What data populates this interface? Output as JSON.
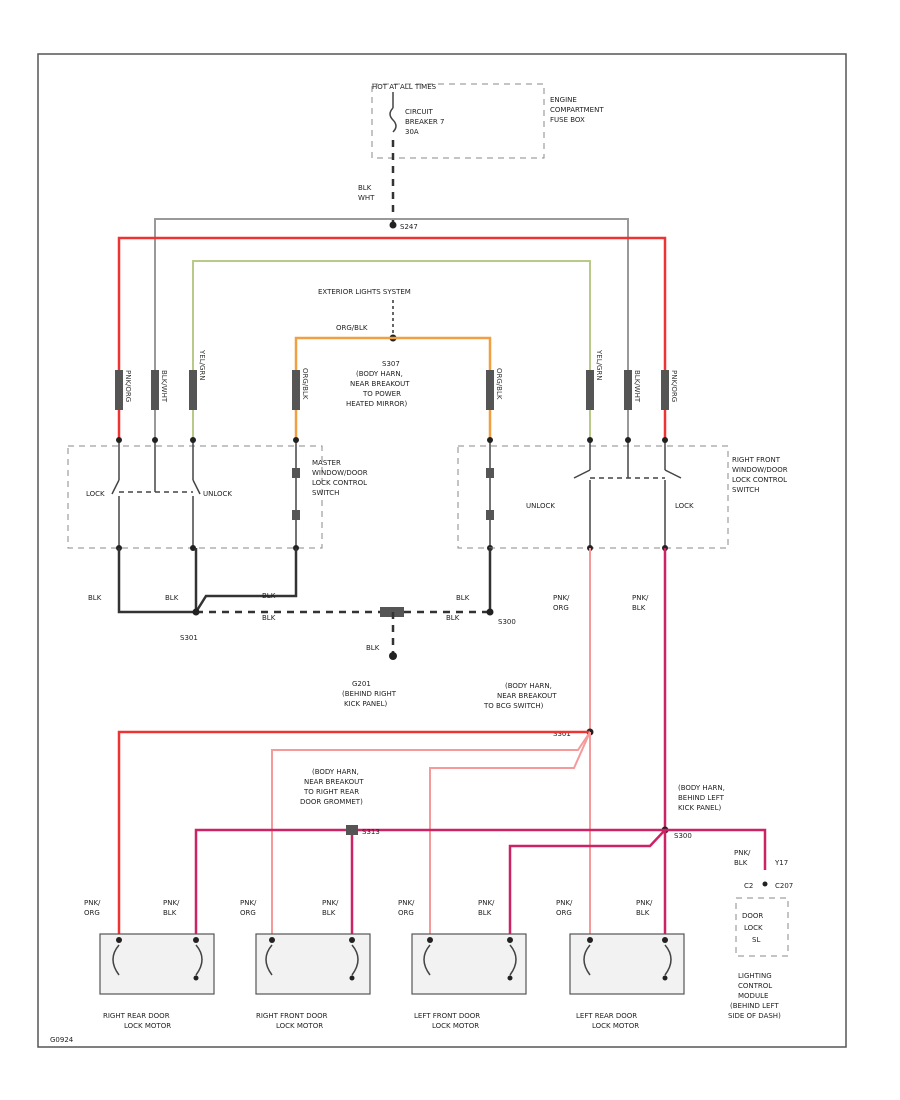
{
  "fuse": {
    "hot_label": "HOT AT ALL TIMES",
    "breaker_line1": "CIRCUIT",
    "breaker_line2": "BREAKER 7",
    "breaker_line3": "30A",
    "box_line1": "ENGINE",
    "box_line2": "COMPARTMENT",
    "box_line3": "FUSE BOX"
  },
  "wires": {
    "blk_wht_top": "BLK",
    "blk_wht_bottom": "WHT",
    "splice_top": "S247",
    "exterior_lights": "EXTERIOR LIGHTS SYSTEM",
    "org_blk": "ORG/BLK",
    "grn_red_l": "PNK/ORG",
    "blk_wht_l": "BLK/WHT",
    "yel_grn_l": "YEL/GRN",
    "org_blk_l": "ORG/BLK",
    "org_blk_r": "ORG/BLK",
    "yel_grn_r": "YEL/GRN",
    "blk_wht_r": "BLK/WHT",
    "grn_red_r": "PNK/ORG"
  },
  "s307": {
    "line1": "S307",
    "line2": "(BODY HARN,",
    "line3": "NEAR BREAKOUT",
    "line4": "TO POWER",
    "line5": "HEATED MIRROR)"
  },
  "master_switch": {
    "lock_left": "LOCK",
    "unlock": "UNLOCK",
    "line1": "MASTER",
    "line2": "WINDOW/DOOR",
    "line3": "LOCK CONTROL",
    "line4": "SWITCH"
  },
  "right_switch": {
    "unlock": "UNLOCK",
    "lock": "LOCK",
    "line1": "RIGHT FRONT",
    "line2": "WINDOW/DOOR",
    "line3": "LOCK CONTROL",
    "line4": "SWITCH"
  },
  "ground": {
    "blk1": "BLK",
    "blk2": "BLK",
    "blk3": "BLK",
    "blk4": "BLK",
    "blk5": "BLK",
    "blk6": "BLK",
    "s301": "S301",
    "s300": "S300",
    "g201": "G201",
    "g201_line2": "(BEHIND RIGHT",
    "g201_line3": "KICK PANEL)",
    "gnd_blk": "BLK"
  },
  "switch_out": {
    "pnk_org": "PNK/",
    "org": "ORG",
    "pnk_blk": "PNK/",
    "blk": "BLK"
  },
  "splice_mid": {
    "line1": "(BODY HARN,",
    "line2": "NEAR BREAKOUT",
    "line3": "TO BCG SWITCH)",
    "id": "S301"
  },
  "splice_rear": {
    "line1": "(BODY HARN,",
    "line2": "NEAR BREAKOUT",
    "line3": "TO RIGHT REAR",
    "line4": "DOOR GROMMET)",
    "id": "S313"
  },
  "splice_left": {
    "line1": "(BODY HARN,",
    "line2": "BEHIND LEFT",
    "line3": "KICK PANEL)",
    "id": "S300"
  },
  "lcm": {
    "wire1": "PNK/",
    "wire2": "BLK",
    "pin": "Y17",
    "connector": "C2",
    "conn_id": "C207",
    "box1": "DOOR",
    "box2": "LOCK",
    "box3": "SL",
    "name1": "LIGHTING",
    "name2": "CONTROL",
    "name3": "MODULE",
    "name4": "(BEHIND LEFT",
    "name5": "SIDE OF DASH)"
  },
  "motors": [
    {
      "wa": "PNK/",
      "wa2": "ORG",
      "wb": "PNK/",
      "wb2": "BLK",
      "name1": "RIGHT REAR DOOR",
      "name2": "LOCK MOTOR"
    },
    {
      "wa": "PNK/",
      "wa2": "ORG",
      "wb": "PNK/",
      "wb2": "BLK",
      "name1": "RIGHT FRONT DOOR",
      "name2": "LOCK MOTOR"
    },
    {
      "wa": "PNK/",
      "wa2": "ORG",
      "wb": "PNK/",
      "wb2": "BLK",
      "name1": "LEFT FRONT DOOR",
      "name2": "LOCK MOTOR"
    },
    {
      "wa": "PNK/",
      "wa2": "ORG",
      "wb": "PNK/",
      "wb2": "BLK",
      "name1": "LEFT REAR DOOR",
      "name2": "LOCK MOTOR"
    }
  ],
  "figure_id": "G0924"
}
